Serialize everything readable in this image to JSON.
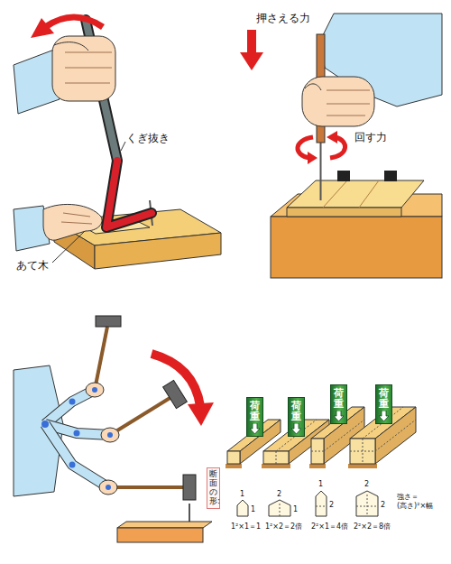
{
  "diagram": {
    "nodes": [
      {
        "text": [
          "荷重"
        ]
      },
      {
        "text": [
          "荷重"
        ]
      },
      {
        "text": [
          "荷重"
        ]
      },
      {
        "text": [
          "荷重"
        ]
      },
      {
        "text": [
          "断面の形:"
        ]
      }
    ],
    "labels": [
      "くぎ抜き",
      "あて木",
      "押さえる力",
      "回す力",
      "1",
      "1",
      "1²×1＝1",
      "2",
      "1",
      "1²×2＝2倍",
      "1",
      "2",
      "2²×1＝4倍",
      "2",
      "2",
      "2²×2＝8倍",
      "強さ＝ (高さ)²×幅"
    ]
  }
}
